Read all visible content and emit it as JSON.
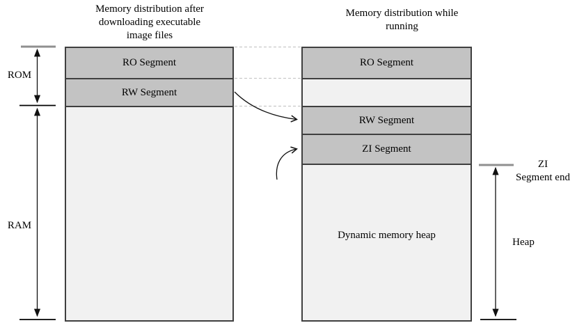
{
  "titles": {
    "left": "Memory distribution after\ndownloading executable\nimage files",
    "right": "Memory distribution while\nrunning"
  },
  "left_box": {
    "ro_label": "RO Segment",
    "rw_label": "RW Segment"
  },
  "right_box": {
    "ro_label": "RO Segment",
    "rw_label": "RW Segment",
    "zi_label": "ZI Segment",
    "heap_label": "Dynamic memory heap"
  },
  "labels": {
    "rom": "ROM",
    "ram": "RAM",
    "zi_end": "ZI\nSegment end",
    "heap": "Heap"
  },
  "colors": {
    "segment_fill": "#c3c3c3",
    "empty_fill": "#f1f1f1",
    "border": "#3f3f3f",
    "dashed_line": "#c8c8c8",
    "arrow": "#111111",
    "tick_gray": "#8f8f8f",
    "background": "#ffffff"
  }
}
